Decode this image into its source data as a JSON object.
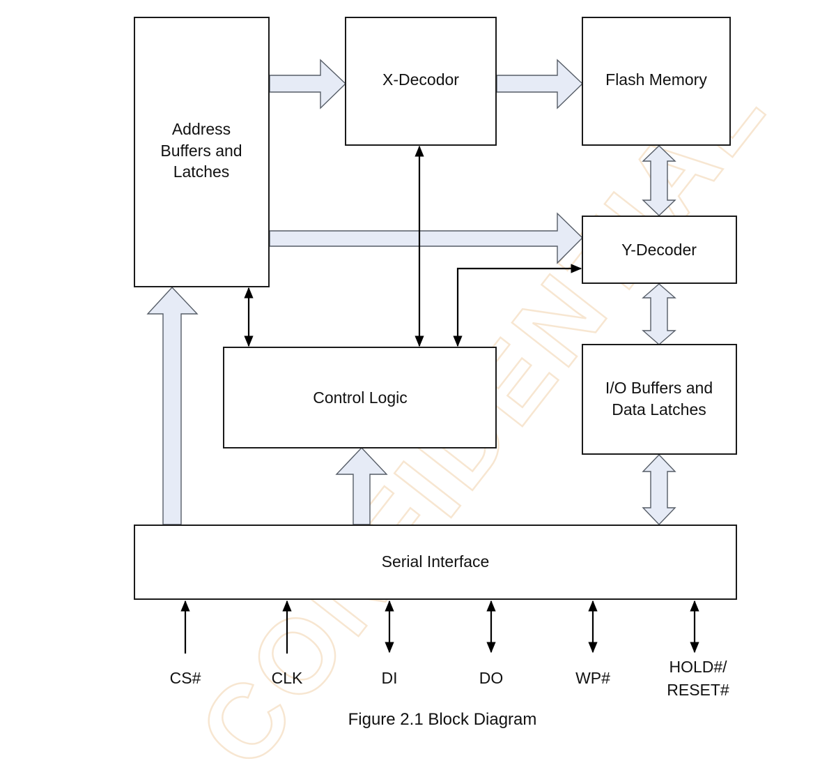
{
  "blocks": {
    "address_buffers": [
      "Address",
      "Buffers and",
      "Latches"
    ],
    "x_decoder": "X-Decodor",
    "flash_memory": "Flash Memory",
    "y_decoder": "Y-Decoder",
    "control_logic": "Control Logic",
    "io_buffers": [
      "I/O Buffers and",
      "Data Latches"
    ],
    "serial_interface": "Serial Interface"
  },
  "pins": [
    {
      "label": "CS#",
      "direction": "in"
    },
    {
      "label": "CLK",
      "direction": "in"
    },
    {
      "label": "DI",
      "direction": "bidirectional"
    },
    {
      "label": "DO",
      "direction": "bidirectional"
    },
    {
      "label": "WP#",
      "direction": "bidirectional"
    },
    {
      "label": "HOLD#/",
      "label2": "RESET#",
      "direction": "bidirectional"
    }
  ],
  "caption": "Figure 2.1 Block Diagram",
  "watermark": "CONFIDENTIAL",
  "colors": {
    "bus_fill": "#e6ebf6",
    "watermark": "#f6e2c9"
  }
}
